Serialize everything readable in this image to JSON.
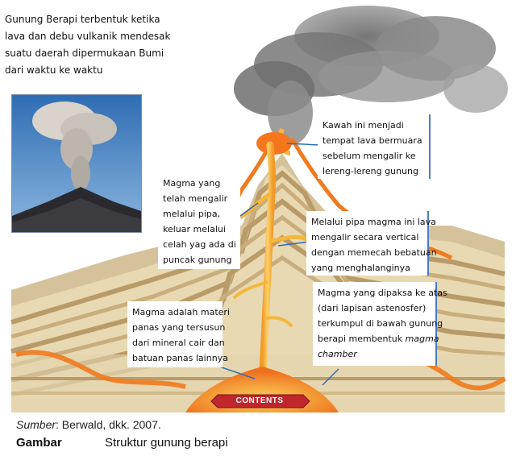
{
  "intro": {
    "lines": [
      "Gunung Berapi terbentuk ketika",
      "lava dan debu vulkanik mendesak",
      "suatu daerah dipermukaan Bumi",
      "dari waktu ke waktu"
    ]
  },
  "callouts": {
    "crater": {
      "lines": [
        "Kawah ini menjadi",
        "tempat lava bermuara",
        "sebelum mengalir ke",
        "lereng-lereng gunung"
      ]
    },
    "outflow": {
      "lines": [
        "Magma yang",
        "telah mengalir",
        "melalui pipa,",
        "keluar melalui",
        "celah yag ada di",
        "puncak gunung"
      ]
    },
    "pipe": {
      "lines": [
        "Melalui pipa magma ini lava",
        "mengalir secara vertical",
        "dengan memecah bebatuan",
        "yang menghalanginya"
      ]
    },
    "magma": {
      "lines": [
        "Magma adalah materi",
        "panas yang tersusun",
        "dari mineral cair dan",
        "batuan panas lainnya"
      ]
    },
    "chamber": {
      "lines": [
        "Magma yang dipaksa ke atas",
        "(dari lapisan astenosfer)",
        "terkumpul di bawah gunung",
        "berapi membentuk"
      ],
      "italic_lines": [
        "magma",
        "chamber"
      ]
    }
  },
  "badge": {
    "label": "CONTENTS"
  },
  "source": {
    "label": "Sumber",
    "text": ": Berwald, dkk. 2007."
  },
  "caption": {
    "label": "Gambar",
    "text": "Struktur gunung berapi"
  },
  "colors": {
    "lava": "#f07a1e",
    "magma_pipe": "#f5b63a",
    "strata_light": "#e8d9b2",
    "strata_dark": "#b99b6a",
    "smoke": "#7d7d7d",
    "sky_photo": "#3f7fbf",
    "badge_red": "#c0272d"
  }
}
